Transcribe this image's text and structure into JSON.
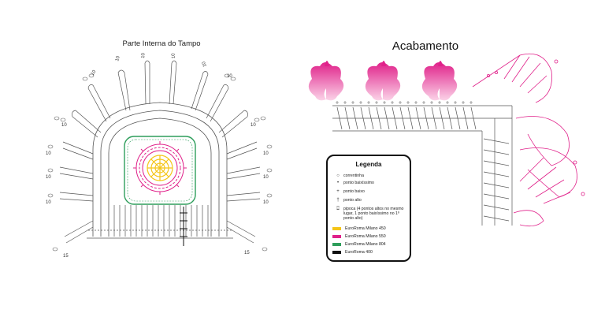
{
  "left_diagram": {
    "title": "Parte Interna do Tampo",
    "stitch_numbers": [
      "10",
      "10",
      "10",
      "10",
      "10",
      "10",
      "10",
      "10",
      "10",
      "10",
      "10",
      "10",
      "10",
      "10",
      "15",
      "15"
    ]
  },
  "right_diagram": {
    "title": "Acabamento"
  },
  "legend": {
    "title": "Legenda",
    "symbol_items": [
      {
        "icon": "chain-icon",
        "glyph": "○",
        "label": "correntinha"
      },
      {
        "icon": "slip-stitch-icon",
        "glyph": "•",
        "label": "ponto baixíssimo"
      },
      {
        "icon": "single-crochet-icon",
        "glyph": "+",
        "label": "ponto baixo"
      },
      {
        "icon": "double-crochet-icon",
        "glyph": "†",
        "label": "ponto alto"
      },
      {
        "icon": "popcorn-icon",
        "glyph": "⍗",
        "label": "pipoca (4 pontos altos no mesmo lugar, 1 ponto baixíssimo no 1º ponto alto)"
      }
    ],
    "color_items": [
      {
        "color": "#F5C518",
        "label": "EuroRoma Milano 450"
      },
      {
        "color": "#E0218A",
        "label": "EuroRoma Milano 550"
      },
      {
        "color": "#2E9E5B",
        "label": "EuroRoma Milano 804"
      },
      {
        "color": "#111111",
        "label": "EuroRoma 400"
      }
    ]
  },
  "colors": {
    "yellow": "#F5C518",
    "magenta": "#E0218A",
    "green": "#2E9E5B",
    "black": "#111111",
    "gray_stitch": "#555555",
    "pink_light": "#F6A6CF"
  }
}
